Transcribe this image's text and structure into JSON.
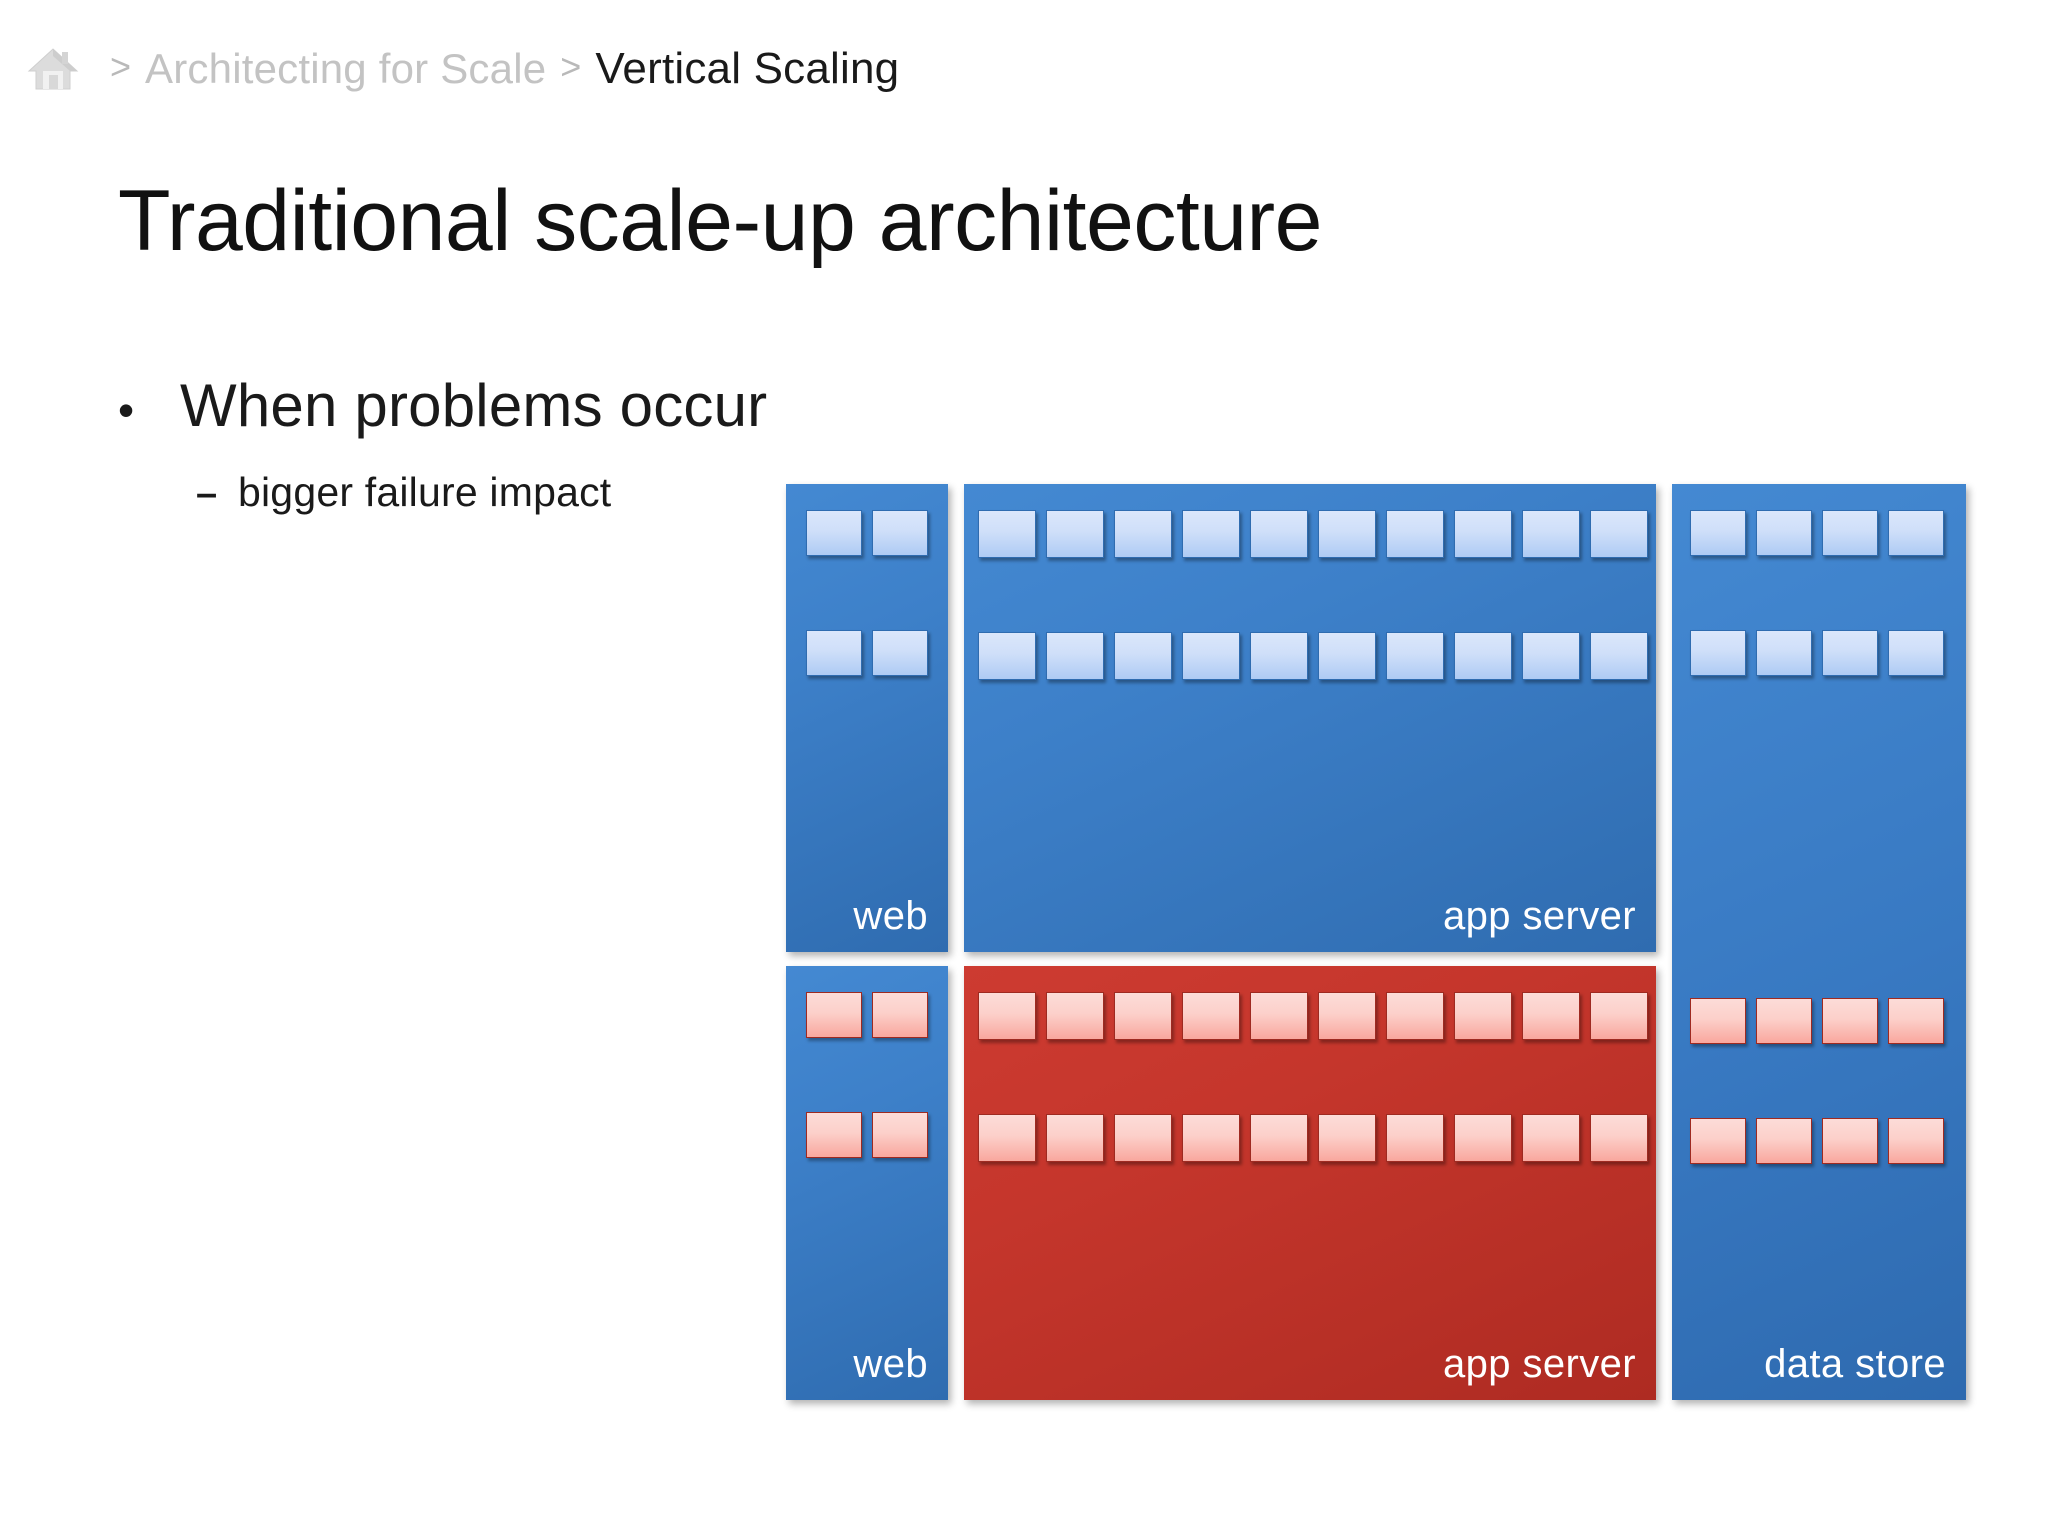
{
  "breadcrumb": {
    "home_icon": "home-icon",
    "separator": ">",
    "parent": "Architecting for Scale",
    "current": "Vertical Scaling"
  },
  "slide": {
    "title": "Traditional scale-up architecture",
    "bullets": [
      {
        "marker": "•",
        "text": "When problems occur",
        "level": 1
      }
    ],
    "subbullets": [
      {
        "marker": "–",
        "text": "bigger failure impact",
        "level": 2
      }
    ]
  },
  "colors": {
    "panel_blue": "#3879c2",
    "panel_red": "#c5362c",
    "chip_blue": "#cfdff9",
    "chip_pink": "#fcd0ca",
    "breadcrumb_muted": "#c3c3c3",
    "breadcrumb_active": "#1a1a1a",
    "label_text": "#ffffff",
    "background": "#ffffff"
  },
  "diagram": {
    "columns": [
      {
        "id": "web",
        "panels": [
          {
            "label": "web",
            "panel_color": "blue",
            "chip_color": "blue",
            "rows": 2,
            "chips_per_row": 2,
            "state": "healthy"
          },
          {
            "label": "web",
            "panel_color": "blue",
            "chip_color": "pink",
            "rows": 2,
            "chips_per_row": 2,
            "state": "impacted"
          }
        ]
      },
      {
        "id": "app-server",
        "panels": [
          {
            "label": "app server",
            "panel_color": "blue",
            "chip_color": "blue",
            "rows": 2,
            "chips_per_row": 10,
            "state": "healthy"
          },
          {
            "label": "app server",
            "panel_color": "red",
            "chip_color": "pink",
            "rows": 2,
            "chips_per_row": 10,
            "state": "failed"
          }
        ]
      },
      {
        "id": "data-store",
        "panels": [
          {
            "label": "data store",
            "panel_color": "blue",
            "chip_color": "mixed",
            "rows": 4,
            "chips_per_row": 4,
            "state": "partially-impacted"
          }
        ]
      }
    ]
  }
}
